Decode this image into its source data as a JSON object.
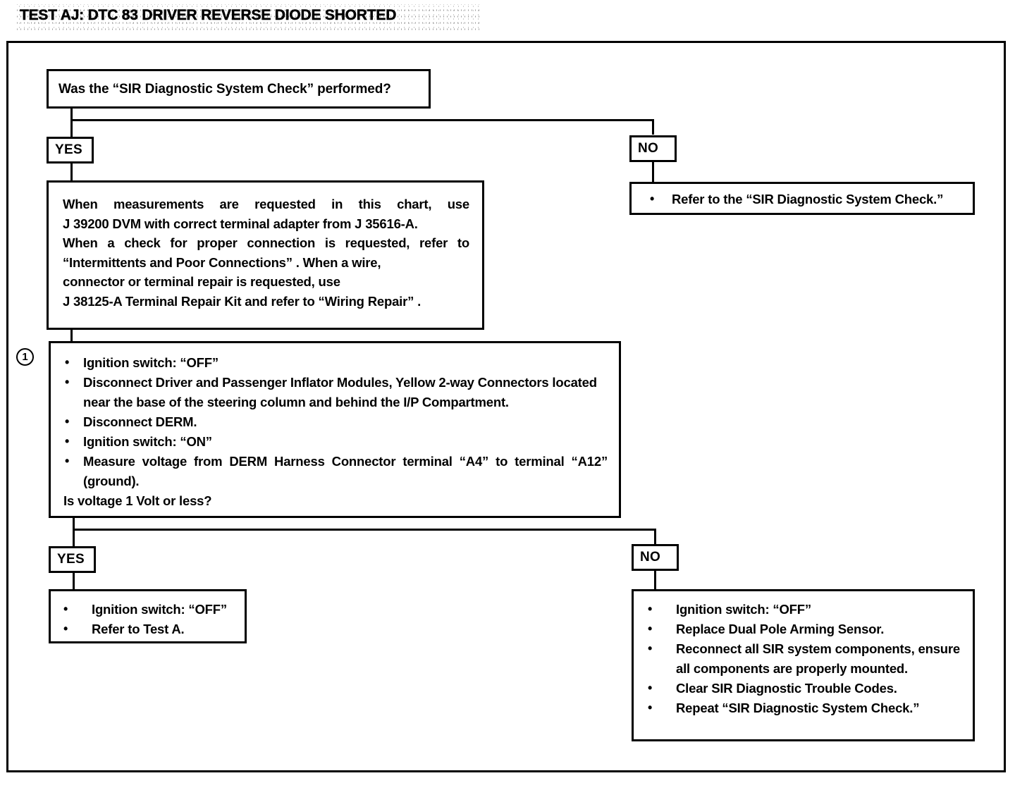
{
  "page": {
    "title": "TEST AJ:  DTC 83 DRIVER REVERSE DIODE SHORTED"
  },
  "flow": {
    "question": {
      "text": "Was the “SIR Diagnostic System Check” performed?"
    },
    "branch1": {
      "yes_label": "YES",
      "no_label": "NO"
    },
    "note_box": {
      "lines": [
        "When measurements are requested in this chart, use",
        "J 39200 DVM with correct terminal adapter from J 35616-A.",
        "When a check for proper connection is requested, refer to",
        "“Intermittents and Poor Connections” . When a  wire,",
        " connector  or  terminal  repair  is  requested,  use",
        "J 38125-A Terminal Repair Kit and refer to “Wiring Repair” ."
      ]
    },
    "no_box_top": {
      "bullets": [
        "Refer to the “SIR Diagnostic System Check.”"
      ]
    },
    "step1": {
      "marker": "1",
      "bullets": [
        "Ignition switch:  “OFF”",
        "Disconnect Driver and Passenger Inflator Modules, Yellow 2-way Connectors located near the base of the steering column and behind the I/P Compartment.",
        "Disconnect DERM.",
        "Ignition switch:  “ON”",
        "Measure voltage from DERM Harness Connector terminal “A4” to terminal “A12” (ground)."
      ],
      "question": "Is voltage 1 Volt or less?"
    },
    "branch2": {
      "yes_label": "YES",
      "no_label": "NO"
    },
    "yes_box_bottom": {
      "bullets": [
        "Ignition switch:  “OFF”",
        "Refer to Test A."
      ]
    },
    "no_box_bottom": {
      "bullets": [
        "Ignition switch:  “OFF”",
        "Replace Dual Pole Arming Sensor.",
        "Reconnect all SIR system components, ensure all components are properly mounted.",
        "Clear SIR Diagnostic Trouble Codes.",
        "Repeat “SIR Diagnostic System Check.”"
      ]
    }
  }
}
